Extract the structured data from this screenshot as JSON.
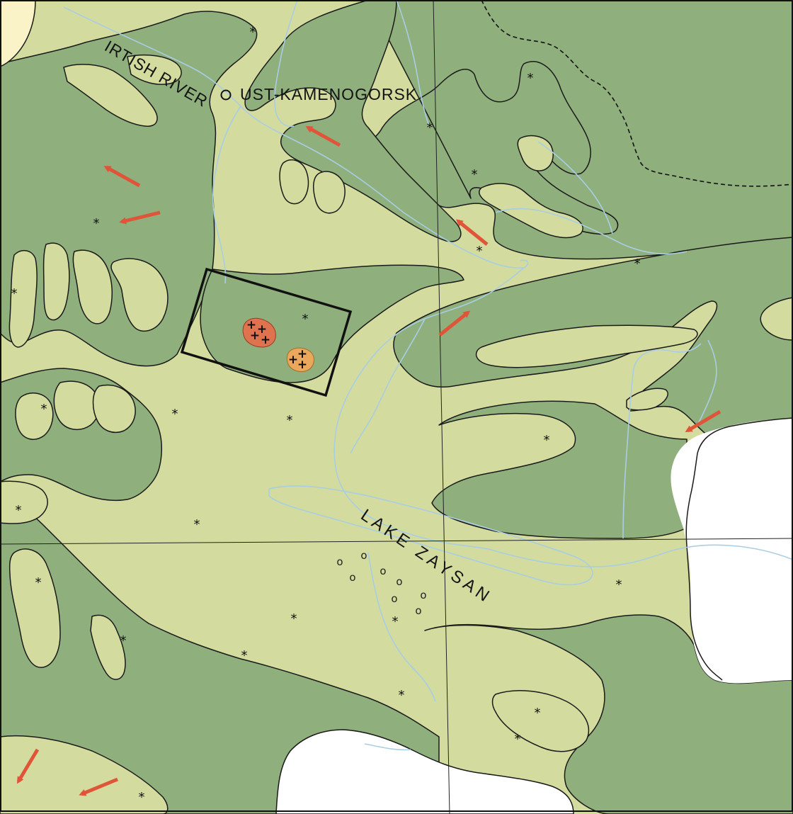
{
  "labels": {
    "river": "IRTISH RIVER",
    "city": "UST-KAMENOGORSK",
    "lake": "LAKE ZAYSAN"
  },
  "symbols": {
    "star": "*",
    "plus": "+",
    "oval": "o"
  },
  "icons": {
    "arrow": "red-arrow-icon",
    "city_marker": "open-circle-icon"
  },
  "colors": {
    "lowland": "#d3dc9e",
    "highland": "#8faf7c",
    "water": "#ffffff",
    "river": "#a9cde3",
    "arrow": "#e0553a",
    "intrusion_red": "#e0734f",
    "intrusion_orange": "#eba85c",
    "cream": "#fbf3c8"
  }
}
